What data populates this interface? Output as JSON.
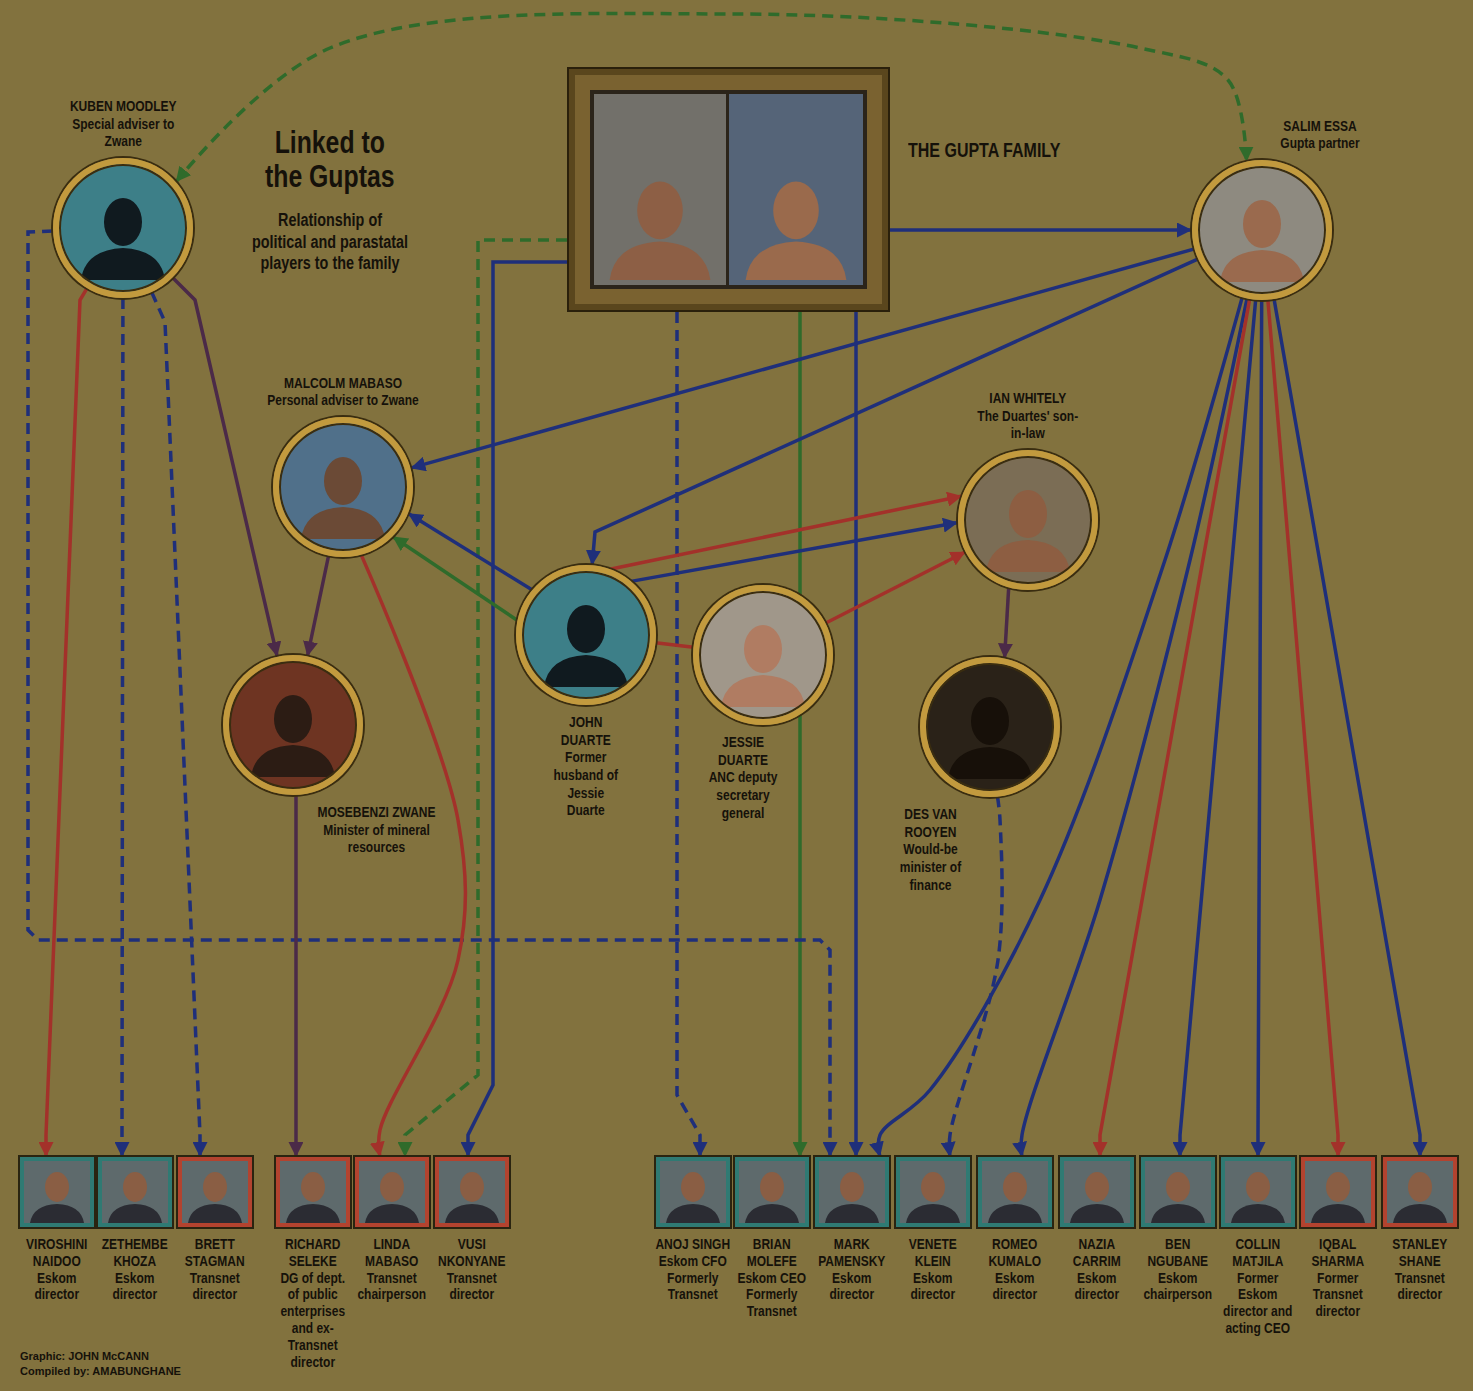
{
  "diagram": {
    "title": "Linked to the Guptas",
    "nodes": [
      {
        "text": [
          "KUBEN MOODLEY",
          "Special adviser to Zwane"
        ]
      },
      {
        "text": [
          "THE GUPTA FAMILY"
        ]
      },
      {
        "text": [
          "SALIM ESSA",
          "Gupta partner"
        ]
      },
      {
        "text": [
          "MALCOLM MABASO",
          "Personal adviser to Zwane"
        ]
      },
      {
        "text": [
          "IAN WHITELY",
          "The Duartes' son-in-law"
        ]
      },
      {
        "text": [
          "MOSEBENZI ZWANE",
          "Minister of mineral resources"
        ]
      },
      {
        "text": [
          "JOHN DUARTE",
          "Former husband of Jessie Duarte"
        ]
      },
      {
        "text": [
          "JESSIE DUARTE",
          "ANC deputy secretary general"
        ]
      },
      {
        "text": [
          "DES VAN ROOYEN",
          "Would-be minister of finance"
        ]
      },
      {
        "text": [
          "VIROSHINI NAIDOO",
          "Eskom director"
        ]
      },
      {
        "text": [
          "ZETHEMBE KHOZA",
          "Eskom director"
        ]
      },
      {
        "text": [
          "BRETT STAGMAN",
          "Transnet director"
        ]
      },
      {
        "text": [
          "RICHARD SELEKE",
          "DG of dept. of public enterprises and ex-Transnet director"
        ]
      },
      {
        "text": [
          "LINDA MABASO",
          "Transnet chairperson"
        ]
      },
      {
        "text": [
          "VUSI NKONYANE",
          "Transnet director"
        ]
      },
      {
        "text": [
          "ANOJ SINGH",
          "Eskom CFO",
          "Formerly Transnet"
        ]
      },
      {
        "text": [
          "BRIAN MOLEFE",
          "Eskom CEO",
          "Formerly Transnet"
        ]
      },
      {
        "text": [
          "MARK PAMENSKY",
          "Eskom director"
        ]
      },
      {
        "text": [
          "VENETE KLEIN",
          "Eskom director"
        ]
      },
      {
        "text": [
          "ROMEO KUMALO",
          "Eskom director"
        ]
      },
      {
        "text": [
          "NAZIA CARRIM",
          "Eskom director"
        ]
      },
      {
        "text": [
          "BEN NGUBANE",
          "Eskom chairperson"
        ]
      },
      {
        "text": [
          "COLLIN MATJILA",
          "Former Eskom director and acting CEO"
        ]
      },
      {
        "text": [
          "IQBAL SHARMA",
          "Former Transnet director"
        ]
      },
      {
        "text": [
          "STANLEY SHANE",
          "Transnet director"
        ]
      }
    ],
    "edges": [
      {
        "from": 0,
        "to": 2,
        "arrow": "both"
      },
      {
        "from": 1,
        "to": 2,
        "arrow": "to"
      },
      {
        "from": 1,
        "to": 13,
        "arrow": "to"
      },
      {
        "from": 1,
        "to": 14,
        "arrow": "to"
      },
      {
        "from": 1,
        "to": 15,
        "arrow": "to"
      },
      {
        "from": 1,
        "to": 16,
        "arrow": "to"
      },
      {
        "from": 1,
        "to": 17,
        "arrow": "to"
      },
      {
        "from": 0,
        "to": 9,
        "arrow": "to"
      },
      {
        "from": 0,
        "to": 10,
        "arrow": "to"
      },
      {
        "from": 0,
        "to": 11,
        "arrow": "to"
      },
      {
        "from": 0,
        "to": 5,
        "arrow": "to"
      },
      {
        "from": 0,
        "to": 17,
        "arrow": "to"
      },
      {
        "from": 2,
        "to": 3,
        "arrow": "to"
      },
      {
        "from": 2,
        "to": 6,
        "arrow": "to"
      },
      {
        "from": 2,
        "to": 17,
        "arrow": "to"
      },
      {
        "from": 2,
        "to": 19,
        "arrow": "to"
      },
      {
        "from": 2,
        "to": 20,
        "arrow": "to"
      },
      {
        "from": 2,
        "to": 21,
        "arrow": "to"
      },
      {
        "from": 2,
        "to": 22,
        "arrow": "to"
      },
      {
        "from": 2,
        "to": 23,
        "arrow": "to"
      },
      {
        "from": 2,
        "to": 24,
        "arrow": "to"
      },
      {
        "from": 3,
        "to": 5,
        "arrow": "to"
      },
      {
        "from": 3,
        "to": 13,
        "arrow": "to"
      },
      {
        "from": 6,
        "to": 3,
        "arrow": "to"
      },
      {
        "from": 6,
        "to": 3,
        "arrow": "to"
      },
      {
        "from": 6,
        "to": 4,
        "arrow": "to"
      },
      {
        "from": 6,
        "to": 4,
        "arrow": "to"
      },
      {
        "from": 6,
        "to": 7,
        "arrow": "none"
      },
      {
        "from": 7,
        "to": 4,
        "arrow": "to"
      },
      {
        "from": 4,
        "to": 8,
        "arrow": "to"
      },
      {
        "from": 8,
        "to": 18,
        "arrow": "to"
      },
      {
        "from": 5,
        "to": 12,
        "arrow": "to"
      }
    ],
    "labels": [
      "Relationship of political and parastatal players to the family",
      "Graphic: JOHN McCANN",
      "Compiled by: AMABUNGHANE"
    ]
  }
}
